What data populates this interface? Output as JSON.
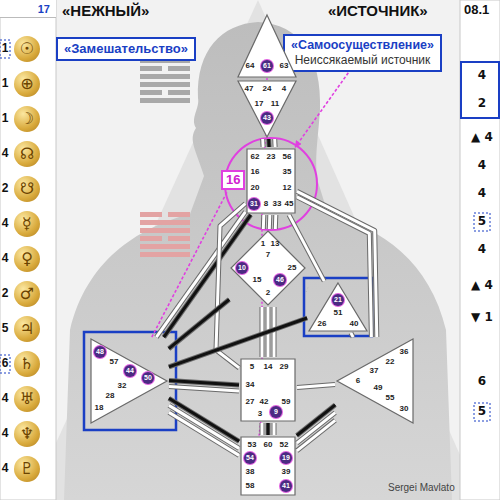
{
  "diagram": {
    "nodes": [
      {
        "text": [
          "17"
        ]
      },
      {
        "text": [
          "«Замешательство»"
        ]
      },
      {
        "text": [
          "«Самоосуществление»",
          "Неиссякаемый источник"
        ]
      },
      {
        "text": [
          "16"
        ]
      },
      {
        "text": [
          "64",
          "61",
          "63"
        ]
      },
      {
        "text": [
          "47",
          "24",
          "4",
          "17",
          "11",
          "43"
        ]
      },
      {
        "text": [
          "62",
          "23",
          "56",
          "16",
          "35",
          "20",
          "12",
          "31",
          "8",
          "33",
          "45"
        ]
      },
      {
        "text": [
          "1",
          "13",
          "7",
          "10",
          "25",
          "15",
          "46",
          "2"
        ]
      },
      {
        "text": [
          "21",
          "51",
          "26",
          "40"
        ]
      },
      {
        "text": [
          "48",
          "57",
          "44",
          "50",
          "32",
          "28",
          "18"
        ]
      },
      {
        "text": [
          "36",
          "22",
          "37",
          "6",
          "49",
          "55",
          "30"
        ]
      },
      {
        "text": [
          "5",
          "14",
          "29",
          "34",
          "27",
          "42",
          "59",
          "3",
          "9"
        ]
      },
      {
        "text": [
          "53",
          "60",
          "52",
          "54",
          "19",
          "38",
          "39",
          "58",
          "41"
        ]
      }
    ],
    "edges": [
      {
        "from": 4,
        "to": 5,
        "arrow": "none"
      },
      {
        "from": 4,
        "to": 5,
        "arrow": "none"
      },
      {
        "from": 4,
        "to": 5,
        "arrow": "none"
      },
      {
        "from": 5,
        "to": 6,
        "arrow": "none"
      },
      {
        "from": 5,
        "to": 6,
        "arrow": "none"
      },
      {
        "from": 5,
        "to": 6,
        "arrow": "none"
      },
      {
        "from": 6,
        "to": 7,
        "arrow": "none"
      },
      {
        "from": 6,
        "to": 7,
        "arrow": "none"
      },
      {
        "from": 6,
        "to": 7,
        "arrow": "none"
      },
      {
        "from": 6,
        "to": 9,
        "arrow": "none"
      },
      {
        "from": 6,
        "to": 9,
        "arrow": "none"
      },
      {
        "from": 6,
        "to": 11,
        "arrow": "none"
      },
      {
        "from": 6,
        "to": 8,
        "arrow": "none"
      },
      {
        "from": 6,
        "to": 10,
        "arrow": "none"
      },
      {
        "from": 6,
        "to": 10,
        "arrow": "none"
      },
      {
        "from": 7,
        "to": 11,
        "arrow": "none"
      },
      {
        "from": 7,
        "to": 11,
        "arrow": "none"
      },
      {
        "from": 7,
        "to": 11,
        "arrow": "none"
      },
      {
        "from": 7,
        "to": 8,
        "arrow": "none"
      },
      {
        "from": 7,
        "to": 9,
        "arrow": "none"
      },
      {
        "from": 8,
        "to": 10,
        "arrow": "none"
      },
      {
        "from": 8,
        "to": 9,
        "arrow": "none"
      },
      {
        "from": 11,
        "to": 9,
        "arrow": "none"
      },
      {
        "from": 11,
        "to": 9,
        "arrow": "none"
      },
      {
        "from": 11,
        "to": 10,
        "arrow": "none"
      },
      {
        "from": 11,
        "to": 12,
        "arrow": "none"
      },
      {
        "from": 11,
        "to": 12,
        "arrow": "none"
      },
      {
        "from": 11,
        "to": 12,
        "arrow": "none"
      },
      {
        "from": 9,
        "to": 12,
        "arrow": "none"
      },
      {
        "from": 9,
        "to": 12,
        "arrow": "none"
      },
      {
        "from": 9,
        "to": 12,
        "arrow": "none"
      },
      {
        "from": 10,
        "to": 12,
        "arrow": "none"
      },
      {
        "from": 10,
        "to": 12,
        "arrow": "none"
      },
      {
        "from": 10,
        "to": 12,
        "arrow": "none"
      },
      {
        "from": 9,
        "to": 3,
        "arrow": "none"
      },
      {
        "from": 2,
        "to": 6,
        "arrow": "to"
      }
    ],
    "labels": [
      "«НЕЖНЫЙ»",
      "«ИСТОЧНИК»",
      "08.1",
      "☉",
      "⊕",
      "☽",
      "☊",
      "☋",
      "☿",
      "♀",
      "♂",
      "♃",
      "♄",
      "♅",
      "♆",
      "♇",
      "1",
      "1",
      "1",
      "4",
      "2",
      "4",
      "4",
      "2",
      "5",
      "6",
      "4",
      "4",
      "4",
      "4",
      "2",
      "▲ 4",
      "4",
      "4",
      "5",
      "4",
      "▲ 4",
      "▼ 1",
      "6",
      "5",
      "Sergei Mavlato"
    ]
  }
}
